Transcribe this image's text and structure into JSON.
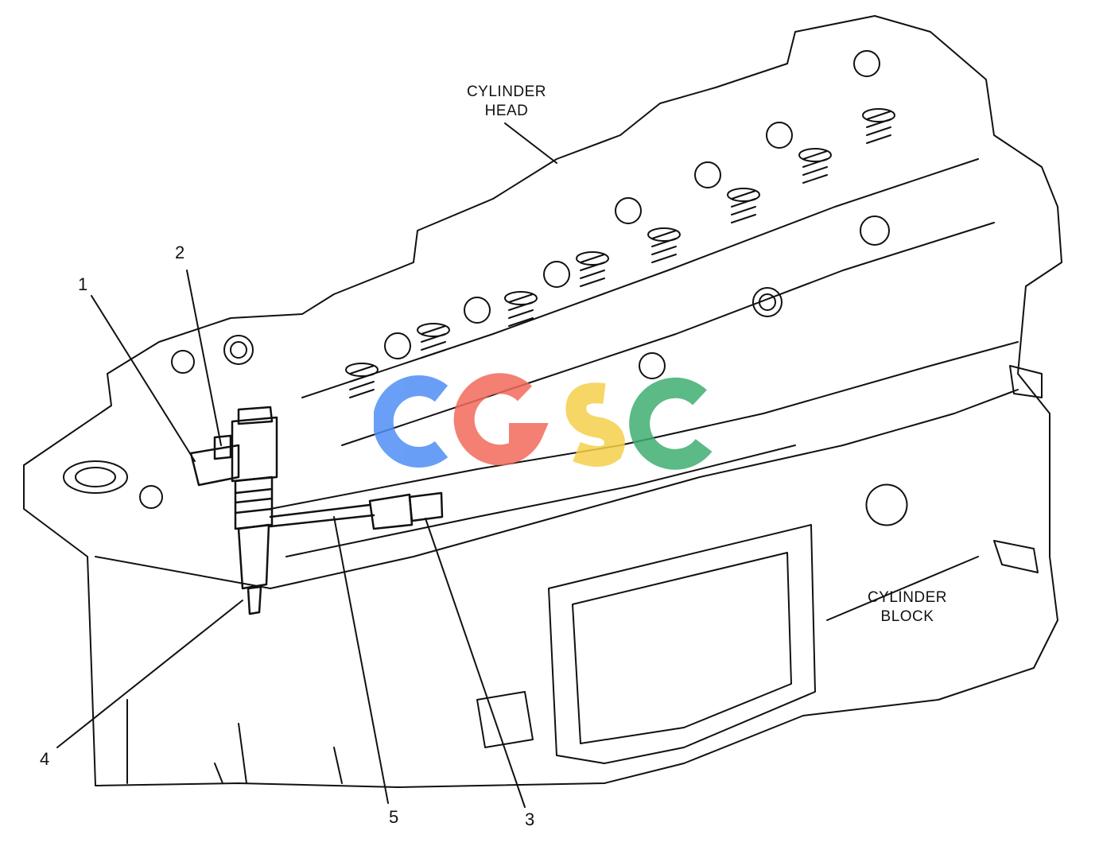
{
  "labels": {
    "cylinder_head": [
      "CYLINDER",
      "HEAD"
    ],
    "cylinder_block": [
      "CYLINDER",
      "BLOCK"
    ]
  },
  "callouts": [
    {
      "id": "1",
      "text": "1"
    },
    {
      "id": "2",
      "text": "2"
    },
    {
      "id": "3",
      "text": "3"
    },
    {
      "id": "4",
      "text": "4"
    },
    {
      "id": "5",
      "text": "5"
    }
  ],
  "watermark": {
    "letters": [
      "C",
      "G",
      "S",
      "C"
    ],
    "colors": [
      "#4f8ef5",
      "#f26b5b",
      "#f5cf4b",
      "#3fae70"
    ]
  },
  "colors": {
    "line": "#111111",
    "background": "#ffffff"
  }
}
